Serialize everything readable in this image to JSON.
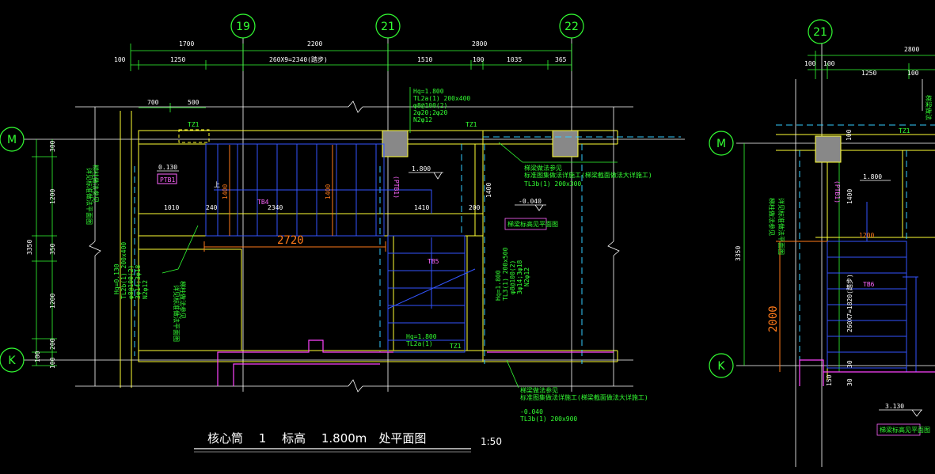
{
  "grid_axes": {
    "v1": "19",
    "v2": "21",
    "v3": "22",
    "v4": "21",
    "h1": "M",
    "h2": "K",
    "h3": "M",
    "h4": "K"
  },
  "dims_top": {
    "d1700": "1700",
    "d2200": "2200",
    "d2800a": "2800",
    "d100a": "100",
    "d1250": "1250",
    "steps": "260X9=2340(踏步)",
    "d1510": "1510",
    "d100b": "100",
    "d1035": "1035",
    "d365": "365",
    "d700": "700",
    "d500": "500",
    "r_d2800": "2800",
    "r_d100a": "100",
    "r_d100b": "100",
    "r_d1250": "1250",
    "r_d100c": "100"
  },
  "dims_left": {
    "d300": "300",
    "d1200a": "1200",
    "d3350": "3350",
    "d350": "350",
    "d1200b": "1200",
    "d200": "200",
    "d100": "100",
    "d100b": "100",
    "r_d3350": "3350",
    "r_d100": "100"
  },
  "dims_inner": {
    "d1010": "1010",
    "d240": "240",
    "d2340": "2340",
    "d1410": "1410",
    "d200": "200",
    "d1400a": "1400",
    "d1400b": "1400",
    "d1400c": "1400",
    "big2720": "2720",
    "r_d1400": "1400",
    "r_d1200": "1200",
    "r_big2000": "2000",
    "r_steps": "260X7=1820(踏步)",
    "r_d30": "30",
    "r_d150": "150",
    "r_d30b": "30"
  },
  "labels": {
    "tz1a": "TZ1",
    "tz1b": "TZ1",
    "tz1c": "TZ1",
    "r_tz1": "TZ1",
    "tb4": "TB4",
    "tb5": "TB5",
    "r_tb6": "TB6",
    "ptb1": "PTB1",
    "up": "上",
    "lvl0130": "0.130",
    "lvl1800": "1.800",
    "lvl_neg0040": "-0.040",
    "r_lvl1800": "1.800",
    "r_lvl3130": "3.130",
    "ptb_label": "(PTB1)",
    "r_ptb_label": "(PTB1)",
    "hq_top": "Hq=1.800",
    "tl2a": "TL2a(1) 200x400",
    "tl2a_r1": "φ8@100(2)",
    "tl2a_r2": "2φ20;2φ20",
    "tl2a_r3": "N2φ12",
    "hq_bot": "Hq=1.800",
    "tl2a_bot": "TL2a(1)",
    "hq_left": "Hq=0.130",
    "tl_left1": "TL2b(1) 200x400",
    "tl_left2": "φ8@100(2)",
    "tl_left3": "3φ14;3φ18",
    "tl_left4": "N2φ12",
    "hq_mid": "Hq=1.800",
    "tl_mid1": "TL3(1) 200x500",
    "tl_mid2": "φ8@100(2)",
    "tl_mid3": "3φ14;3φ18",
    "tl_mid4": "N2φ12",
    "note_r1": "梯梁做法参见",
    "note_r2": "标准图集做法详施工(梯梁截面做法大详施工)",
    "note_r3": "TL3b(1) 200x300",
    "note_b1": "梯梁做法参见",
    "note_b2": "标准图集做法详施工(梯梁截面做法大详施工)",
    "note_b3": "-0.040",
    "note_b4": "TL3b(1) 200x900",
    "note_l1": "梯柱做法参见",
    "note_l2": "详见标准做法平面图",
    "note_m1": "梯柱做法参见",
    "note_m2": "详见标准做法平面图",
    "box_mid": "梯梁标高见平面图",
    "box_r1": "梯梁标高见平面图",
    "r_note1": "梯柱做法参见",
    "r_note2": "详见标准做法平面图",
    "r_note3": "梯梁做法"
  },
  "title": {
    "main": "核心筒　 1　 标高　 1.800m　处平面图",
    "scale": "1:50"
  }
}
